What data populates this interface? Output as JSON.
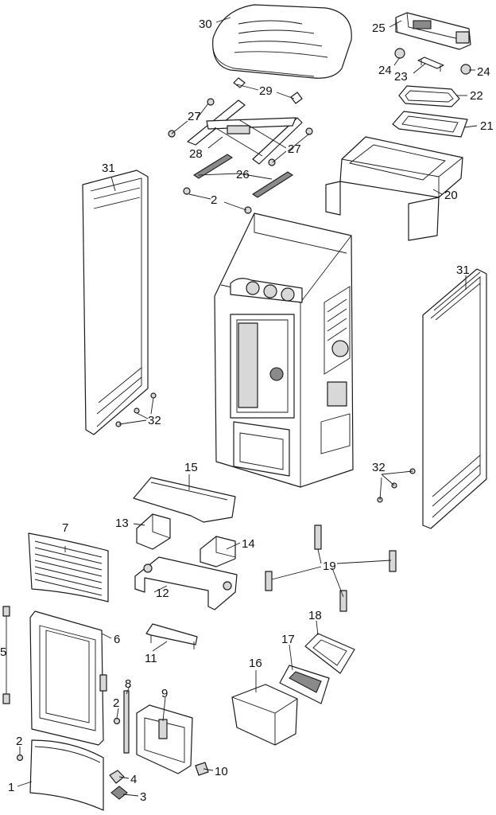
{
  "callouts": {
    "c1": "1",
    "c2a": "2",
    "c2b": "2",
    "c2c": "2",
    "c3": "3",
    "c4": "4",
    "c5": "5",
    "c6": "6",
    "c7": "7",
    "c8": "8",
    "c9": "9",
    "c10": "10",
    "c11": "11",
    "c12": "12",
    "c13": "13",
    "c14": "14",
    "c15": "15",
    "c16": "16",
    "c17": "17",
    "c18": "18",
    "c19": "19",
    "c20": "20",
    "c21": "21",
    "c22": "22",
    "c23": "23",
    "c24a": "24",
    "c24b": "24",
    "c25": "25",
    "c26": "26",
    "c27a": "27",
    "c27b": "27",
    "c28": "28",
    "c29": "29",
    "c30": "30",
    "c31a": "31",
    "c31b": "31",
    "c32a": "32",
    "c32b": "32"
  }
}
